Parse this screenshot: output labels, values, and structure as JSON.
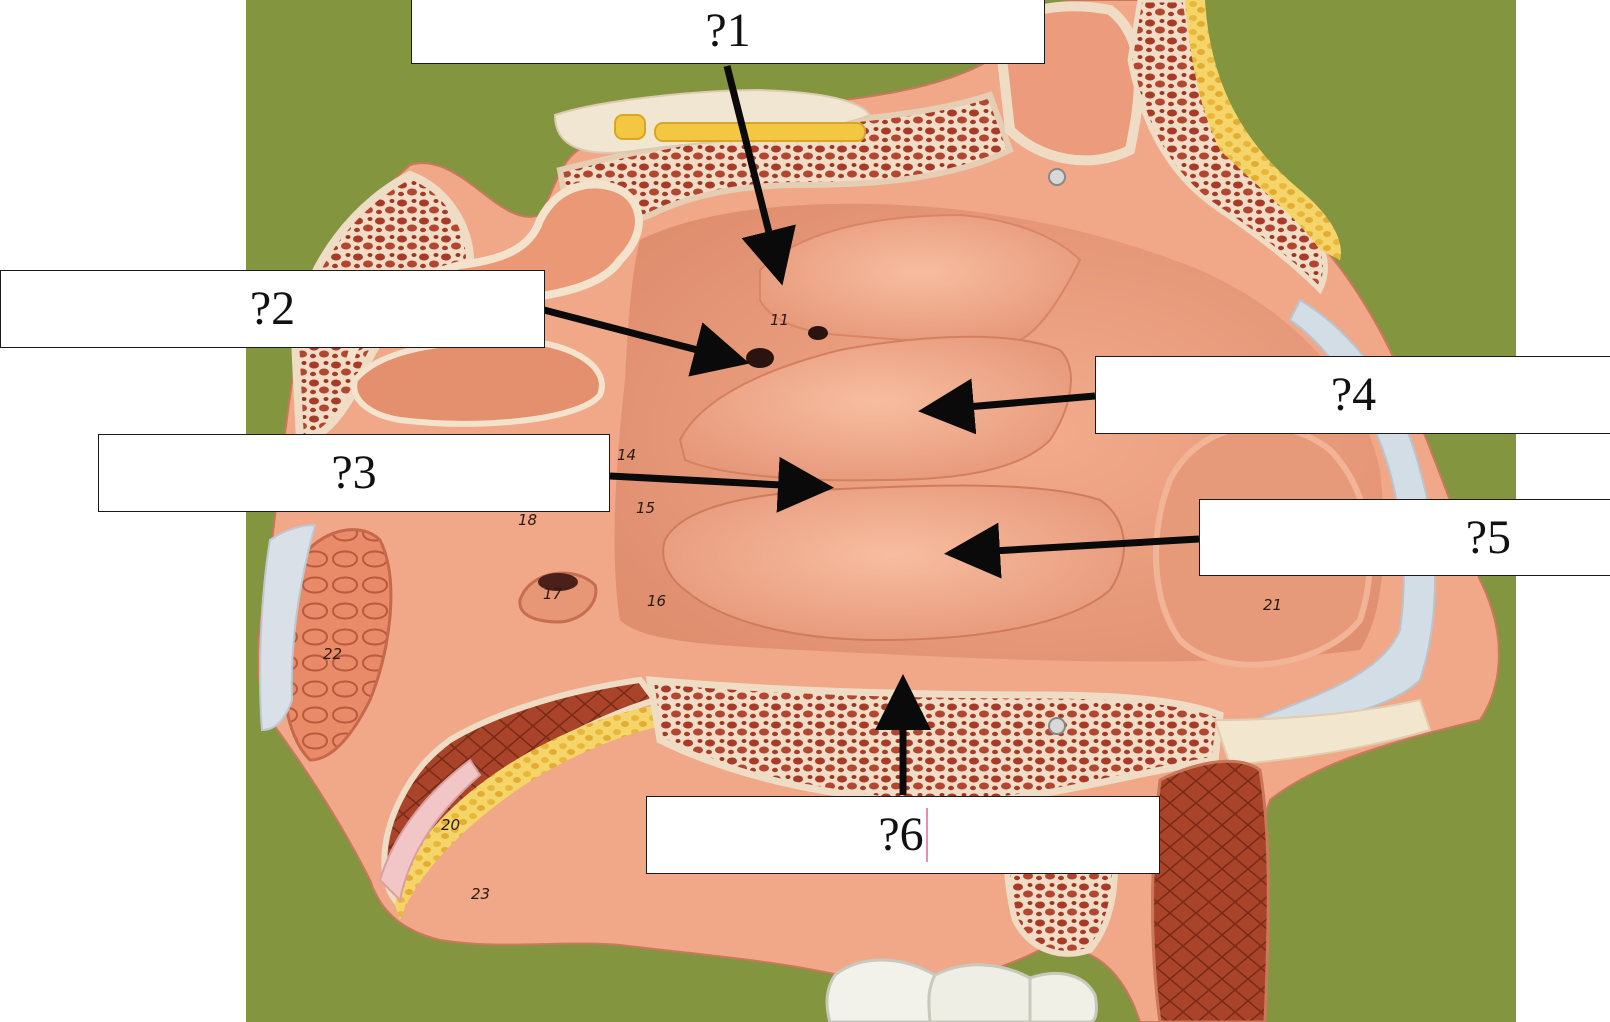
{
  "diagram": {
    "labels": [
      {
        "id": "1",
        "text": "?1"
      },
      {
        "id": "2",
        "text": "?2"
      },
      {
        "id": "3",
        "text": "?3"
      },
      {
        "id": "4",
        "text": "?4"
      },
      {
        "id": "5",
        "text": "?5"
      },
      {
        "id": "6",
        "text": "?6"
      }
    ],
    "model_numbers": [
      "11",
      "14",
      "15",
      "16",
      "17",
      "18",
      "20",
      "21",
      "22",
      "23"
    ],
    "colors": {
      "background": "#7d8f3a",
      "tissue": "#f0a888",
      "bone_pattern": "#a8402e",
      "cartilage": "#f3e6cf",
      "fat": "#e8b840",
      "arrow": "#0a0a0a"
    }
  }
}
